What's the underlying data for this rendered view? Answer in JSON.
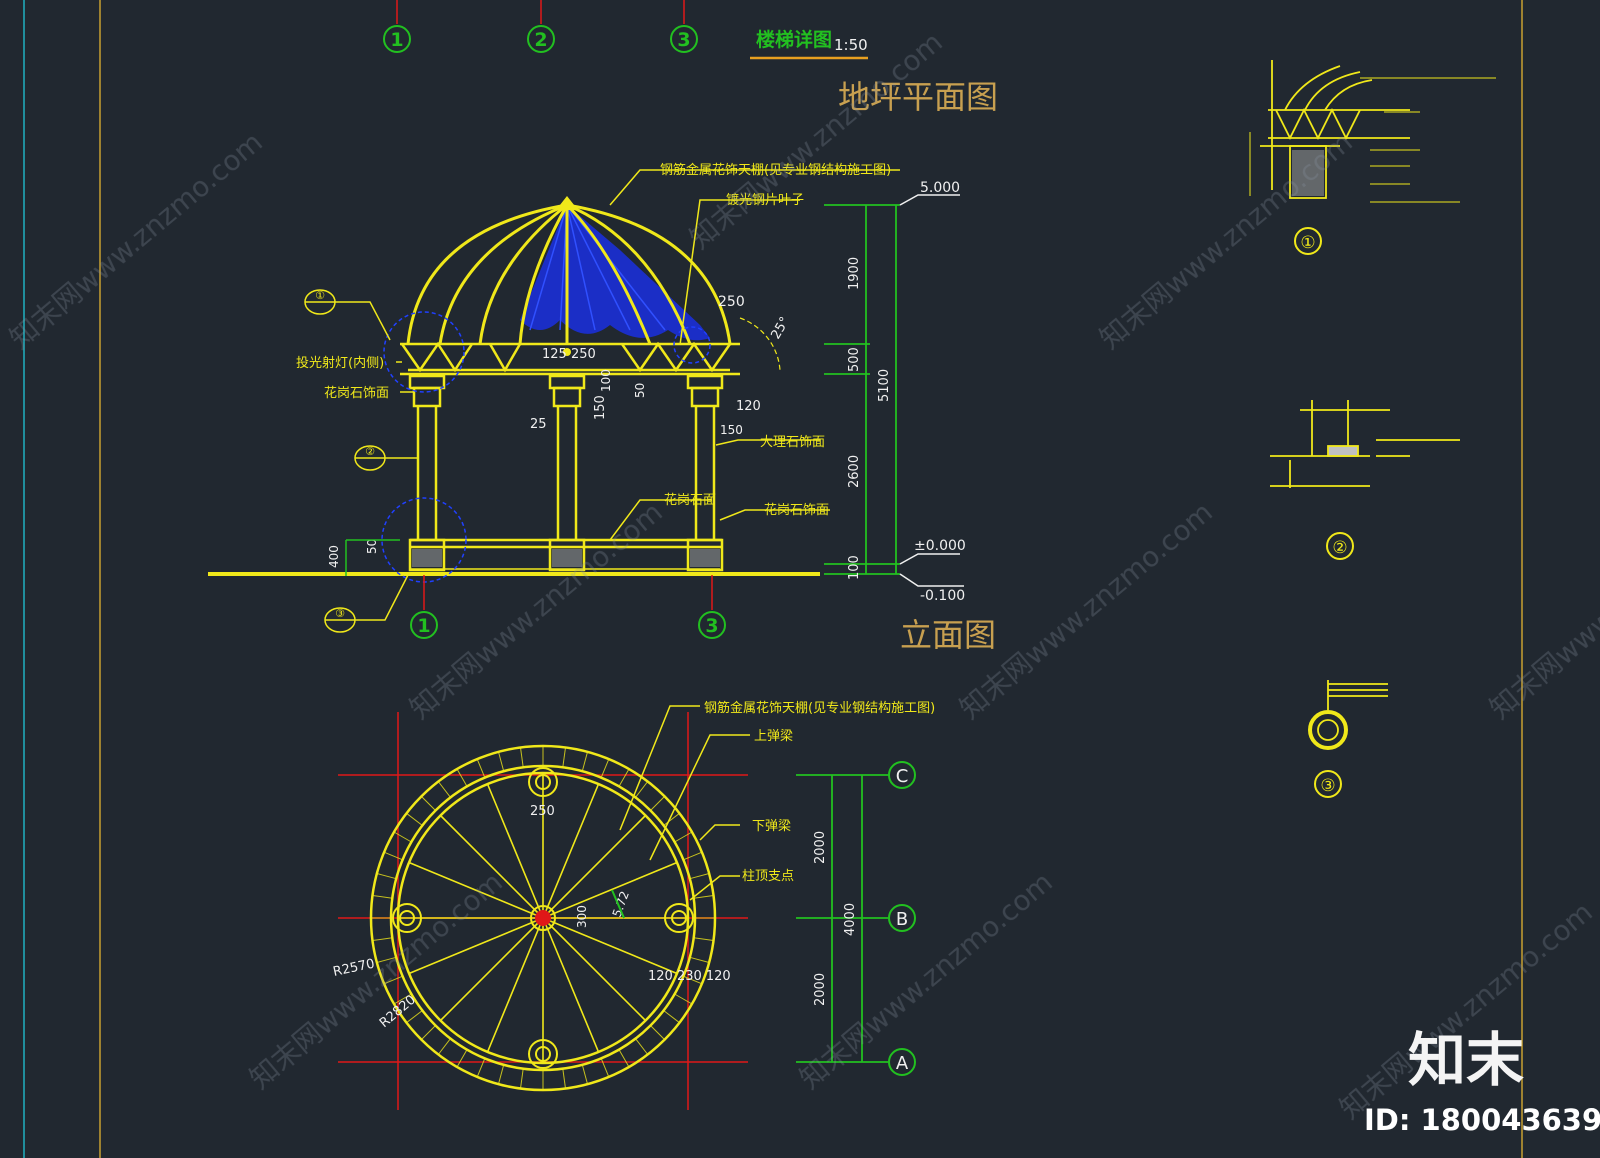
{
  "colors": {
    "background": "#212830",
    "structure": "#f0e81a",
    "dome_infill": "#1a2fe0",
    "dimension": "#22c020",
    "axis_red": "#e01818",
    "frame_line": "#c8a030",
    "frame_cyan": "#20b0c0",
    "title_tan": "#c8a050",
    "callout_orange": "#e8a020",
    "watermark": "#8a93a0"
  },
  "top_axis_markers": [
    "1",
    "2",
    "3"
  ],
  "stair_detail": {
    "title": "楼梯详图",
    "scale": "1:50"
  },
  "plan_title": "地坪平面图",
  "elevation": {
    "title": "立面图",
    "label_steel_dome": "钢筋金属花饰天棚(见专业钢结构施工图)",
    "label_glass_leaf": "镀光钢片叶子",
    "label_light": "投光射灯(内侧)",
    "label_granite_top": "花岗石饰面",
    "label_marble": "大理石饰面",
    "label_granite_base": "花岗石面",
    "label_granite_skirt": "花岗石饰面",
    "level_top": "5.000",
    "level_zero": "±0.000",
    "level_ground": "-0.100",
    "dims_right": [
      "1900",
      "500",
      "2600",
      "100"
    ],
    "dim_total": "5100",
    "dim_250": "250",
    "dim_125_250": "125 250",
    "dim_100": "100",
    "dim_50": "50",
    "dim_150": "150",
    "dim_120": "120",
    "dim_25": "25",
    "dim_150b": "150",
    "dim_400": "400",
    "dim_50b": "50",
    "dim_angle": "25°",
    "axis_bottom": [
      "1",
      "3"
    ],
    "callouts": [
      "①",
      "②",
      "③"
    ]
  },
  "plan": {
    "label_steel_dome": "钢筋金属花饰天棚(见专业钢结构施工图)",
    "label_upper_ring": "上弹梁",
    "label_lower_ring": "下弹梁",
    "label_column_top": "柱顶支点",
    "dim_250": "250",
    "dim_300": "300",
    "dim_r": "5.72",
    "dim_r2570": "R2570",
    "dim_r2820": "R2820",
    "dim_120_230_120": "120  230 120",
    "dims_right": [
      "2000",
      "4000",
      "2000"
    ],
    "axes": [
      "C",
      "B",
      "A"
    ]
  },
  "details": [
    {
      "number": "①"
    },
    {
      "number": "②"
    },
    {
      "number": "③"
    }
  ],
  "watermark": {
    "text": "知末网www.znzmo.com",
    "logo": "知末",
    "id_text": "ID: 180043639"
  }
}
